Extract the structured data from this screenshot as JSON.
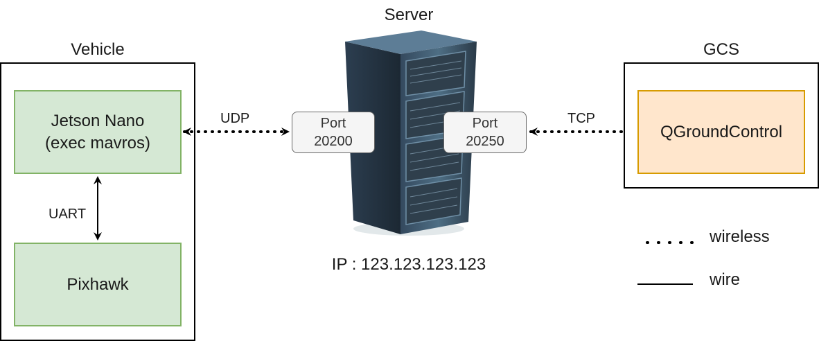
{
  "vehicle": {
    "title": "Vehicle",
    "jetson": {
      "line1": "Jetson Nano",
      "line2": "(exec mavros)"
    },
    "pixhawk": "Pixhawk",
    "uart_label": "UART"
  },
  "server": {
    "title": "Server",
    "port_left": {
      "line1": "Port",
      "line2": "20200"
    },
    "port_right": {
      "line1": "Port",
      "line2": "20250"
    },
    "ip_label": "IP : 123.123.123.123"
  },
  "gcs": {
    "title": "GCS",
    "app": "QGroundControl"
  },
  "links": {
    "udp_label": "UDP",
    "tcp_label": "TCP"
  },
  "legend": {
    "wireless_label": "wireless",
    "wire_label": "wire"
  },
  "colors": {
    "green_fill": "#d5e8d4",
    "green_stroke": "#82b366",
    "orange_fill": "#ffe6cc",
    "orange_stroke": "#d79b00",
    "port_fill": "#f5f5f5"
  }
}
